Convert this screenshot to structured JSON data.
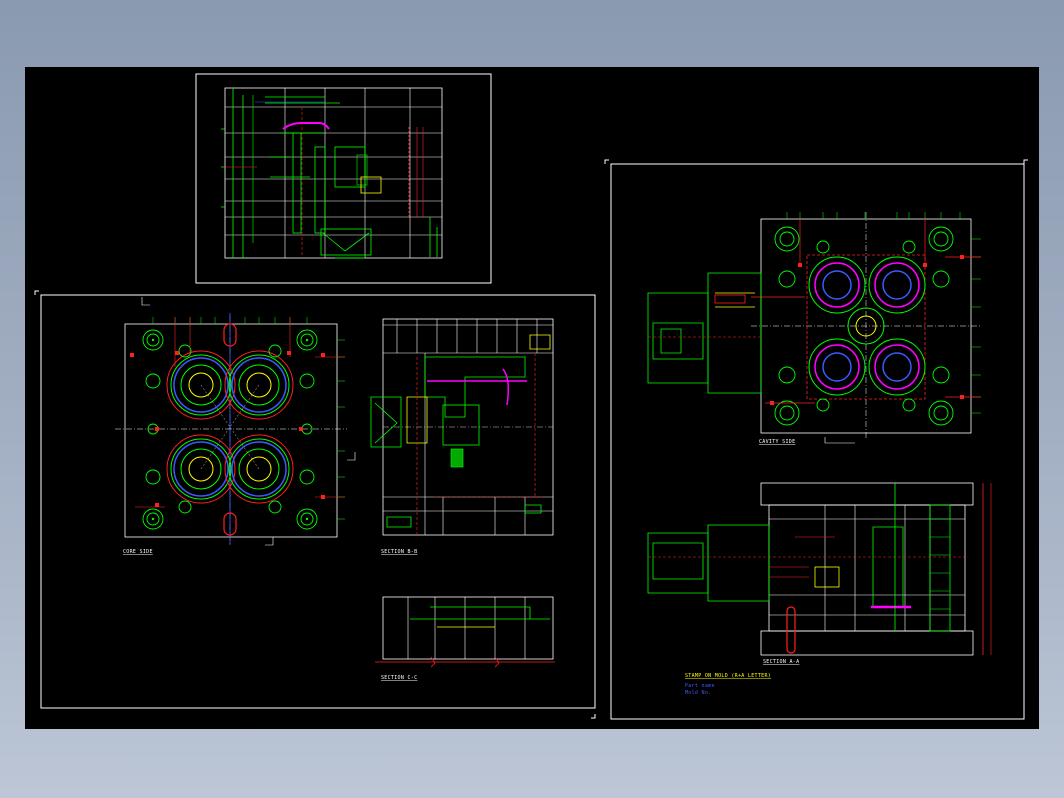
{
  "app": {
    "background_color": "#8a9ab0",
    "viewport_color": "#000000"
  },
  "colors": {
    "frame": "#ffffff",
    "green": "#00ff00",
    "red": "#ff2020",
    "blue": "#3a5bff",
    "magenta": "#ff00ff",
    "yellow": "#ffff00",
    "cyan": "#00ffff"
  },
  "views": {
    "core_side": {
      "caption": "CORE SIDE"
    },
    "section_b": {
      "caption": "SECTION B-B"
    },
    "section_c": {
      "caption": "SECTION C-C"
    },
    "cavity_side": {
      "caption": "CAVITY SIDE"
    },
    "section_a": {
      "caption": "SECTION A-A"
    },
    "stamp": {
      "line1": "STAMP ON MOLD (R+A LETTER)",
      "line2": "Part name",
      "line3": "Mold No."
    }
  }
}
